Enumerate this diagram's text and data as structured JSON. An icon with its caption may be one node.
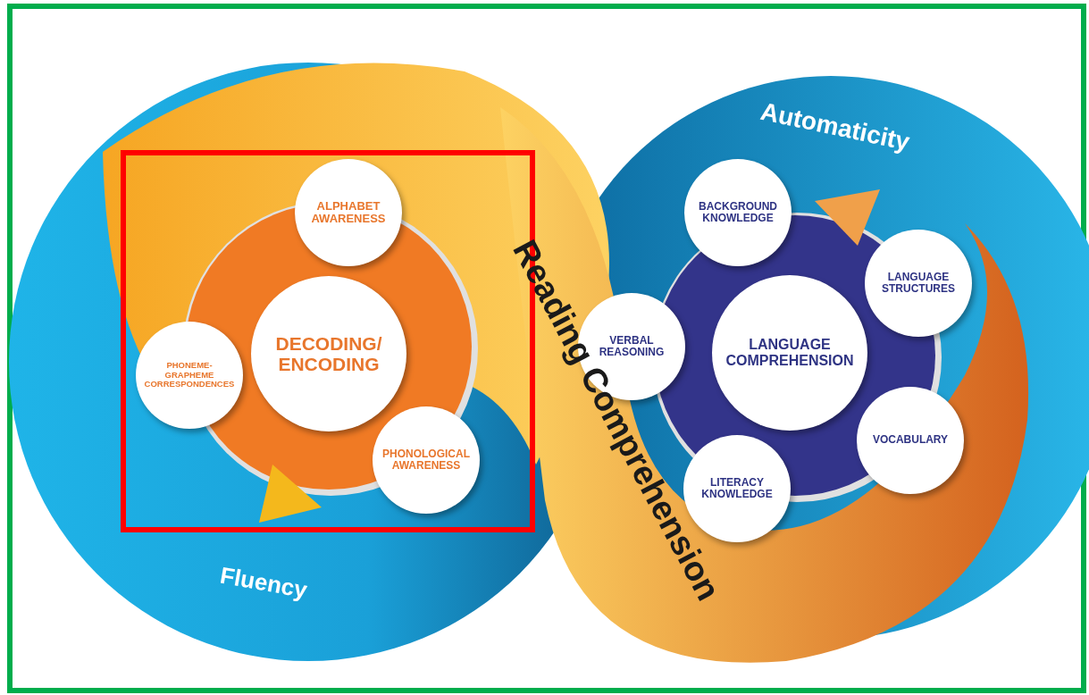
{
  "diagram": {
    "nodes": [
      {
        "text": [
          "ALPHABET AWARENESS"
        ]
      },
      {
        "text": [
          "PHONEME- GRAPHEME CORRESPONDENCES"
        ]
      },
      {
        "text": [
          "DECODING/ ENCODING"
        ]
      },
      {
        "text": [
          "PHONOLOGICAL AWARENESS"
        ]
      },
      {
        "text": [
          "BACKGROUND KNOWLEDGE"
        ]
      },
      {
        "text": [
          "LANGUAGE STRUCTURES"
        ]
      },
      {
        "text": [
          "VERBAL REASONING"
        ]
      },
      {
        "text": [
          "LANGUAGE COMPREHENSION"
        ]
      },
      {
        "text": [
          "VOCABULARY"
        ]
      },
      {
        "text": [
          "LITERACY KNOWLEDGE"
        ]
      }
    ],
    "labels": [
      "Automaticity",
      "Reading Comprehension",
      "Fluency"
    ]
  }
}
